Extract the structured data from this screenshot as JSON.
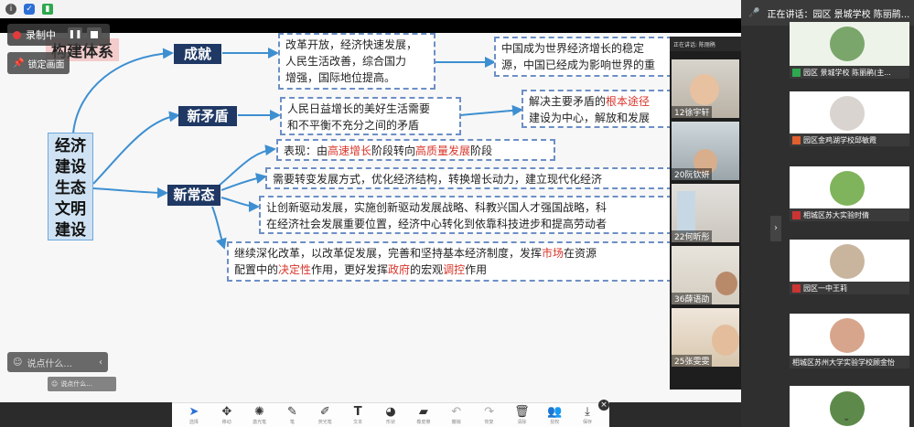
{
  "top_icons": [
    "info-icon",
    "shield-icon",
    "signal-icon"
  ],
  "recording": {
    "label": "录制中",
    "pause_glyph": "❚❚"
  },
  "fix_screen": {
    "label": "锁定画面"
  },
  "slide": {
    "page_title": "构建体系",
    "main_box": "经济\n建设\n生态\n文明\n建设",
    "nodes": {
      "achievement": "成就",
      "new_contradiction": "新矛盾",
      "new_normal": "新常态"
    },
    "boxes": {
      "achievement_text_1": "改革开放，经济快速发展，",
      "achievement_text_2": "人民生活改善，综合国力",
      "achievement_text_3": "增强，国际地位提高。",
      "china_1": "中国成为世界经济增长的稳定",
      "china_2": "源，中国已经成为影响世界的重",
      "contradiction_1": "人民日益增长的美好生活需要",
      "contradiction_2": "和不平衡不充分之间的矛盾",
      "solve_1a": "解决主要矛盾的",
      "solve_1b": "根本途径",
      "solve_2": "建设为中心，解放和发展",
      "manifest_a": "表现：由",
      "manifest_b": "高速增长",
      "manifest_c": "阶段转向",
      "manifest_d": "高质量发展",
      "manifest_e": "阶段",
      "transform": "需要转变发展方式，优化经济结构，转换增长动力，建立现代化经济",
      "innovation_1": "让创新驱动发展，实施创新驱动发展战略、科教兴国人才强国战略，科",
      "innovation_2": "在经济社会发展重要位置，经济中心转化到依靠科技进步和提高劳动者",
      "reform_1a": "继续深化改革，以改革促发展，完善和坚持基本经济制度，发挥",
      "reform_1b": "市场",
      "reform_1c": "在资源",
      "reform_2a": "配置中的",
      "reform_2b": "决定性",
      "reform_2c": "作用，更好发挥",
      "reform_2d": "政府",
      "reform_2e": "的宏观",
      "reform_2f": "调控",
      "reform_2g": "作用"
    }
  },
  "video_strip": {
    "header": "正在讲话: 陈丽鹃",
    "tiles": [
      "12徐宇轩",
      "20阮钦妍",
      "22何昕彤",
      "36薛语劭",
      "25张雯雯"
    ]
  },
  "chat": {
    "placeholder": "说点什么...",
    "placeholder_small": "说点什么..."
  },
  "toolbar": {
    "tools": [
      {
        "icon": "cursor-icon",
        "glyph": "➤",
        "label": "选择"
      },
      {
        "icon": "move-icon",
        "glyph": "✥",
        "label": "移动"
      },
      {
        "icon": "laser-icon",
        "glyph": "✺",
        "label": "激光笔"
      },
      {
        "icon": "pen-icon",
        "glyph": "✎",
        "label": "笔"
      },
      {
        "icon": "highlighter-icon",
        "glyph": "✐",
        "label": "荧光笔"
      },
      {
        "icon": "text-icon",
        "glyph": "T",
        "label": "文本"
      },
      {
        "icon": "shape-icon",
        "glyph": "◕",
        "label": "形状"
      },
      {
        "icon": "eraser-icon",
        "glyph": "▰",
        "label": "橡皮擦"
      },
      {
        "icon": "undo-icon",
        "glyph": "↶",
        "label": "撤销"
      },
      {
        "icon": "redo-icon",
        "glyph": "↷",
        "label": "恢复"
      },
      {
        "icon": "trash-icon",
        "glyph": "🗑",
        "label": "清除"
      },
      {
        "icon": "users-icon",
        "glyph": "👥",
        "label": "授权"
      },
      {
        "icon": "download-icon",
        "glyph": "⤓",
        "label": "保存"
      }
    ]
  },
  "right_panel": {
    "speaking": "正在讲话：园区 景城学校 陈丽鹃...",
    "participants": [
      {
        "name": "园区 景城学校 陈丽鹃(主...",
        "color": "#7aa66b"
      },
      {
        "name": "园区金鸡湖学校邱敏霞",
        "color": "#d9d4cf"
      },
      {
        "name": "相城区苏大实验时倩",
        "color": "#7fb35c"
      },
      {
        "name": "园区一中王莉",
        "color": "#c9b59d"
      },
      {
        "name": "相城区苏州大学实验学校顾金怡",
        "color": "#d7a58c"
      },
      {
        "name": "",
        "color": "#5d8a4a"
      }
    ]
  }
}
